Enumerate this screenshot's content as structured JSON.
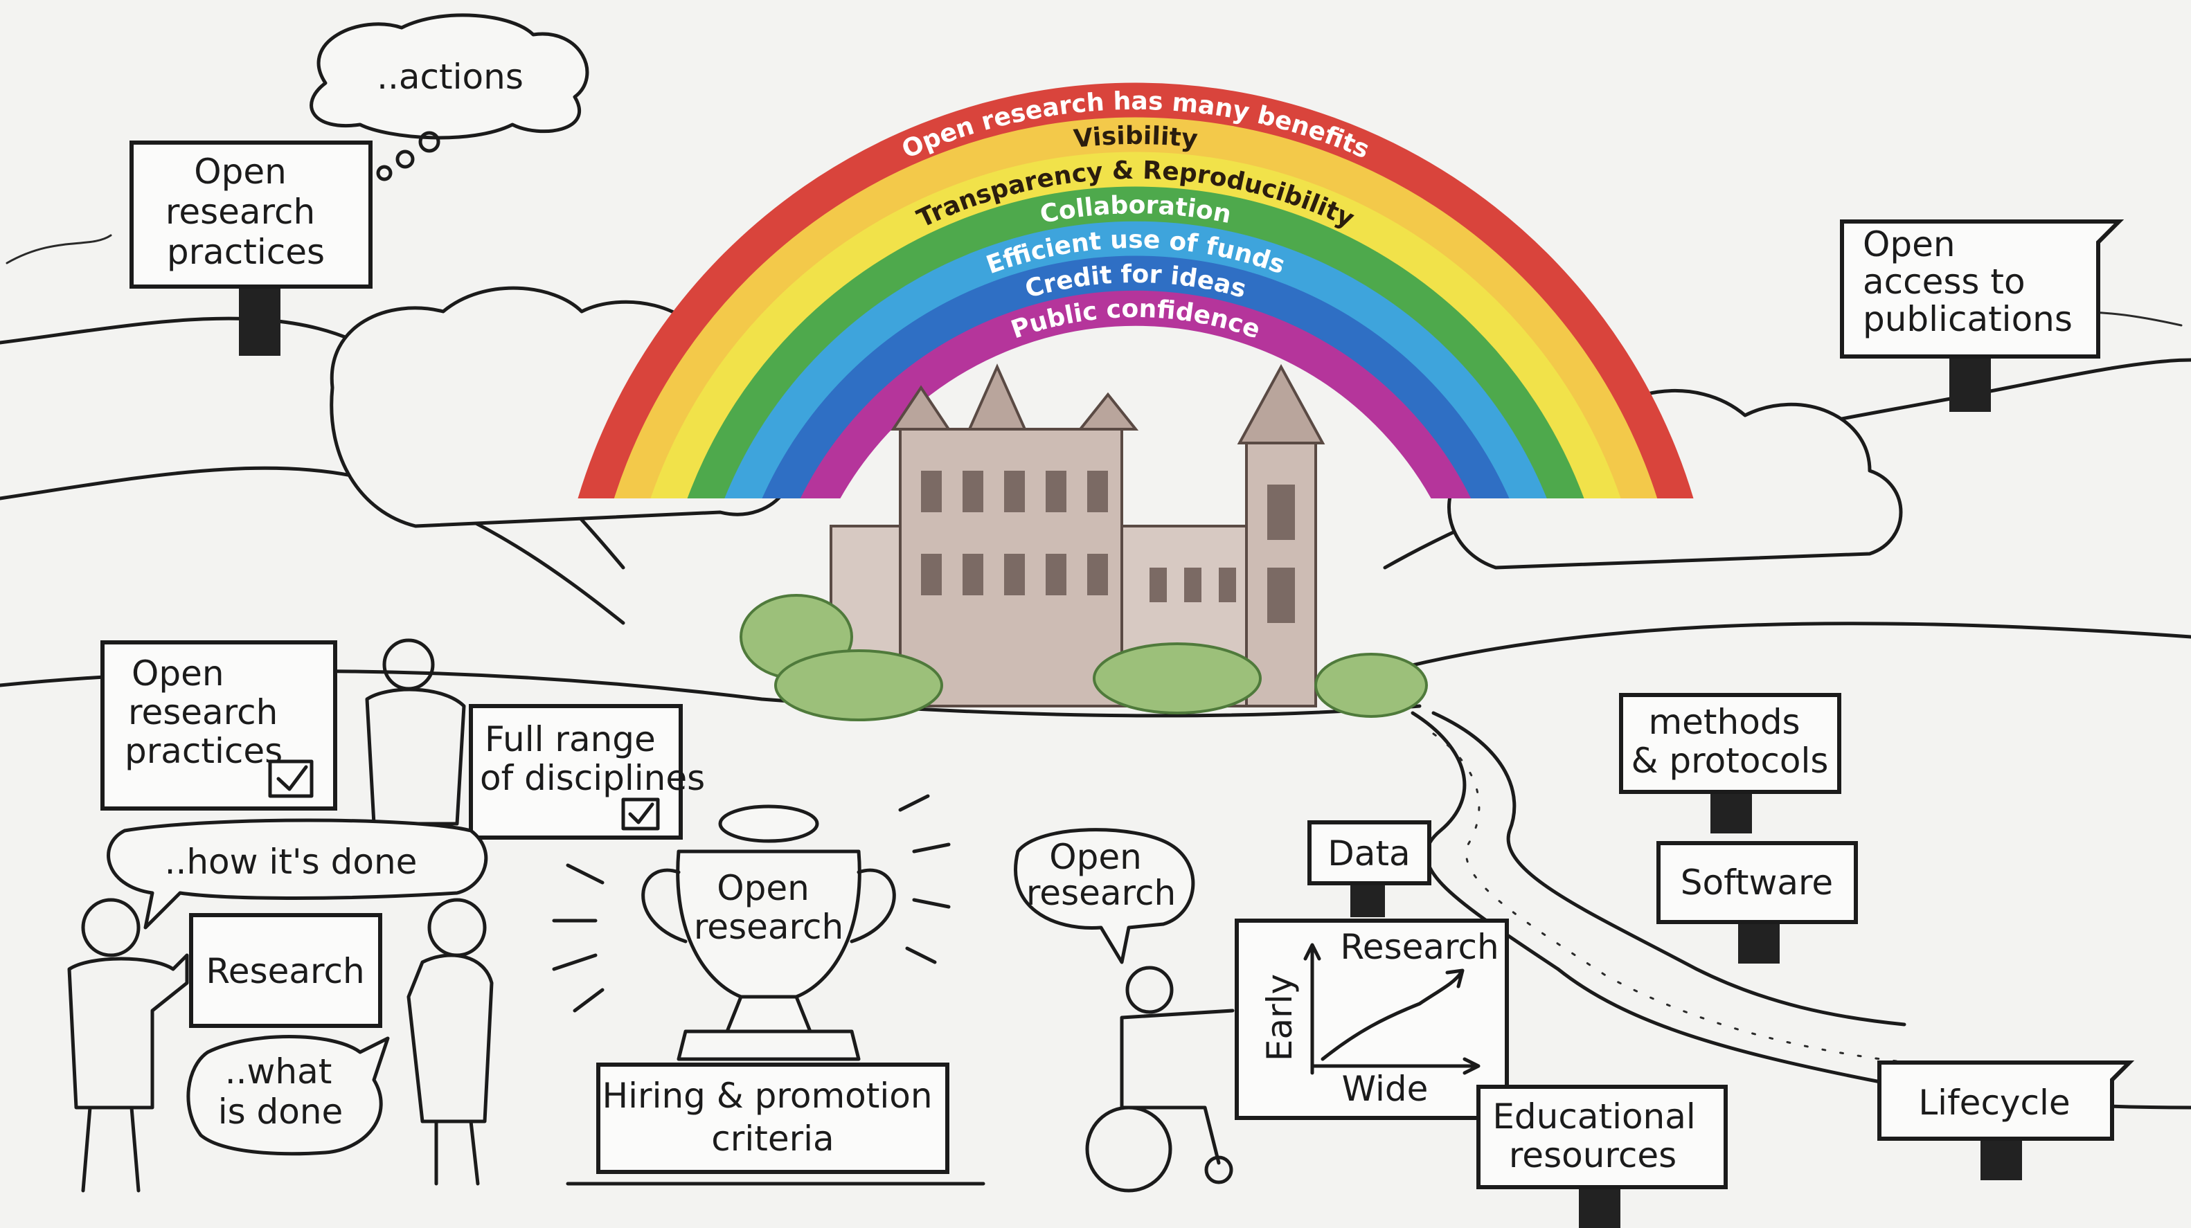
{
  "rainbow": {
    "bands": [
      {
        "label": "Open research has many benefits",
        "color": "#d9443c",
        "text_color": "#ffffff"
      },
      {
        "label": "Visibility",
        "color": "#f3c94a",
        "text_color": "#2b1d0e"
      },
      {
        "label": "Transparency & Reproducibility",
        "color": "#f1e24a",
        "text_color": "#2b1d0e"
      },
      {
        "label": "Collaboration",
        "color": "#4ea94c",
        "text_color": "#ffffff"
      },
      {
        "label": "Efficient use of funds",
        "color": "#3ea4dc",
        "text_color": "#ffffff"
      },
      {
        "label": "Credit for ideas",
        "color": "#2f6fc4",
        "text_color": "#ffffff"
      },
      {
        "label": "Public confidence",
        "color": "#b5359b",
        "text_color": "#ffffff"
      }
    ]
  },
  "thought_bubble": {
    "text": "..actions"
  },
  "top_left_sign": {
    "lines": [
      "Open",
      "research",
      "practices"
    ]
  },
  "top_right_sign": {
    "lines": [
      "Open",
      "access to",
      "publications"
    ]
  },
  "left_sign": {
    "lines": [
      "Open",
      "research",
      "practices"
    ]
  },
  "disciplines_sign": {
    "lines": [
      "Full range",
      "of disciplines"
    ]
  },
  "how_bubble": {
    "text": "..how it's done"
  },
  "research_sign": {
    "text": "Research"
  },
  "what_bubble": {
    "lines": [
      "..what",
      "is done"
    ]
  },
  "trophy": {
    "lines": [
      "Open",
      "research"
    ]
  },
  "criteria_sign": {
    "lines": [
      "Hiring & promotion",
      "criteria"
    ]
  },
  "wheelchair_bubble": {
    "lines": [
      "Open",
      "research"
    ]
  },
  "chart_sign": {
    "top": "Research",
    "y_label": "Early",
    "x_label": "Wide"
  },
  "path_signs": {
    "data": "Data",
    "methods": [
      "methods",
      "& protocols"
    ],
    "software": "Software",
    "educational": [
      "Educational",
      "resources"
    ],
    "lifecycle": "Lifecycle"
  }
}
